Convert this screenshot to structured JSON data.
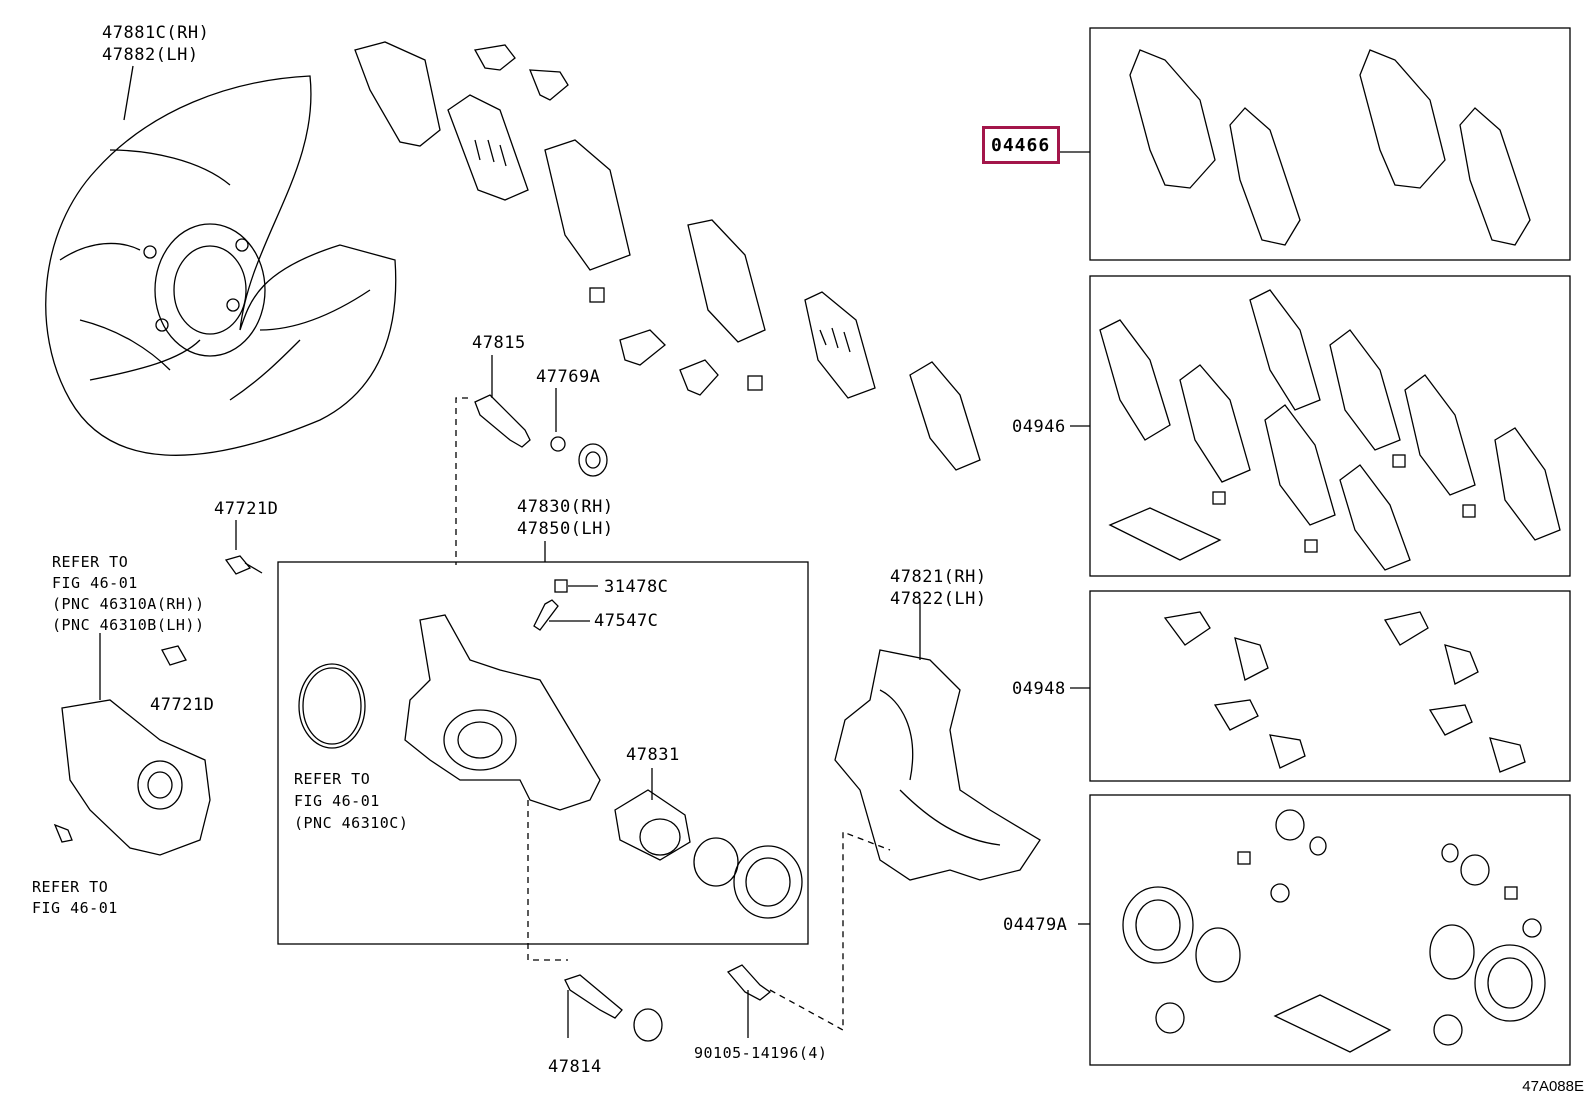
{
  "labels": {
    "shield_rh": "47881C(RH)",
    "shield_lh": "47882(LH)",
    "p47815": "47815",
    "p47769a": "47769A",
    "p47721d_top": "47721D",
    "p47721d_bottom": "47721D",
    "refer_top_1": "REFER TO",
    "refer_top_2": "FIG 46-01",
    "refer_top_3": "(PNC 46310A(RH))",
    "refer_top_4": "(PNC 46310B(LH))",
    "refer_bottom_1": "REFER TO",
    "refer_bottom_2": "FIG 46-01",
    "caliper_rh": "47830(RH)",
    "caliper_lh": "47850(LH)",
    "p31478c": "31478C",
    "p47547c": "47547C",
    "refer_mid_1": "REFER TO",
    "refer_mid_2": "FIG 46-01",
    "refer_mid_3": "(PNC 46310C)",
    "p47831": "47831",
    "mount_rh": "47821(RH)",
    "mount_lh": "47822(LH)",
    "p47814": "47814",
    "bolt": "90105-14196(4)",
    "kit_04466": "04466",
    "kit_04946": "04946",
    "kit_04948": "04948",
    "kit_04479a": "04479A",
    "figure_code": "47A088E"
  },
  "colors": {
    "highlight": "#a3164a",
    "line": "#000000"
  }
}
